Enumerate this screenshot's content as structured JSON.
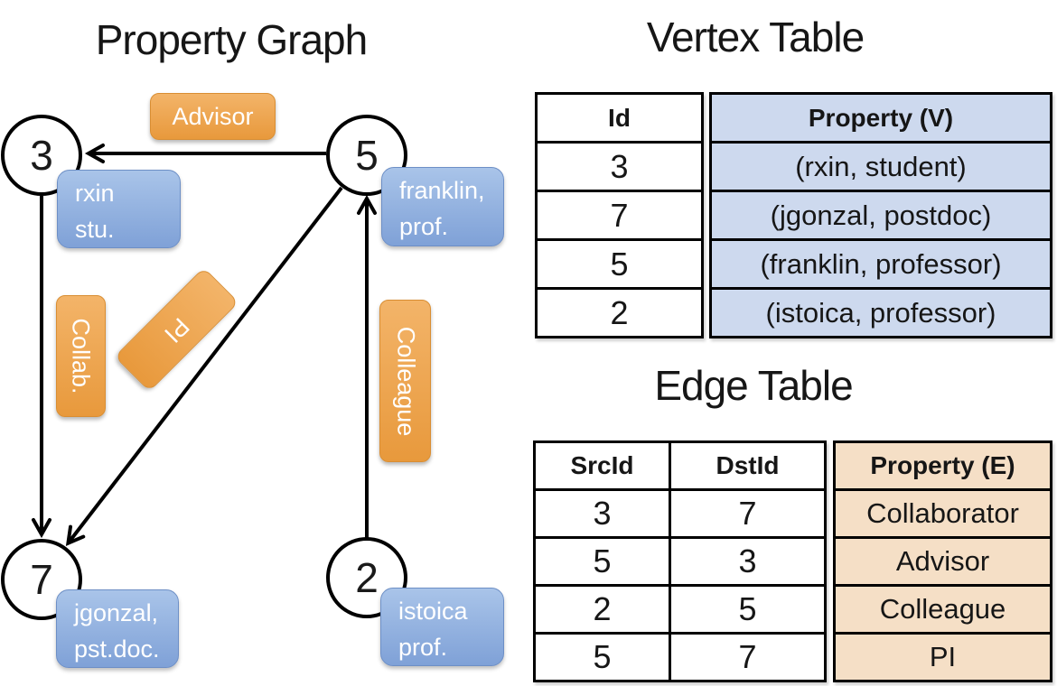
{
  "titles": {
    "graph": "Property Graph",
    "vertex_table": "Vertex Table",
    "edge_table": "Edge Table"
  },
  "graph": {
    "nodes": [
      {
        "id": "3",
        "property_lines": [
          "rxin",
          "stu."
        ]
      },
      {
        "id": "5",
        "property_lines": [
          "franklin,",
          "prof."
        ]
      },
      {
        "id": "7",
        "property_lines": [
          "jgonzal,",
          "pst.doc."
        ]
      },
      {
        "id": "2",
        "property_lines": [
          "istoica",
          "prof."
        ]
      }
    ],
    "edges": [
      {
        "from": "5",
        "to": "3",
        "label": "Advisor"
      },
      {
        "from": "3",
        "to": "7",
        "label": "Collab."
      },
      {
        "from": "5",
        "to": "7",
        "label": "PI"
      },
      {
        "from": "2",
        "to": "5",
        "label": "Colleague"
      }
    ],
    "edge_labels": {
      "advisor": "Advisor",
      "collab": "Collab.",
      "pi": "PI",
      "colleague": "Colleague"
    }
  },
  "vertex_table": {
    "headers": [
      "Id",
      "Property (V)"
    ],
    "rows": [
      [
        "3",
        "(rxin, student)"
      ],
      [
        "7",
        "(jgonzal, postdoc)"
      ],
      [
        "5",
        "(franklin, professor)"
      ],
      [
        "2",
        "(istoica, professor)"
      ]
    ]
  },
  "edge_table": {
    "headers": [
      "SrcId",
      "DstId",
      "Property (E)"
    ],
    "rows": [
      [
        "3",
        "7",
        "Collaborator"
      ],
      [
        "5",
        "3",
        "Advisor"
      ],
      [
        "2",
        "5",
        "Colleague"
      ],
      [
        "5",
        "7",
        "PI"
      ]
    ]
  },
  "colors": {
    "orange-top": "#F3B469",
    "orange-bottom": "#E8993C",
    "blue-top": "#A9C4E9",
    "blue-bottom": "#7FA1D7",
    "vertex-fill": "#CDD9EE",
    "edge-fill": "#F5DFC6"
  }
}
